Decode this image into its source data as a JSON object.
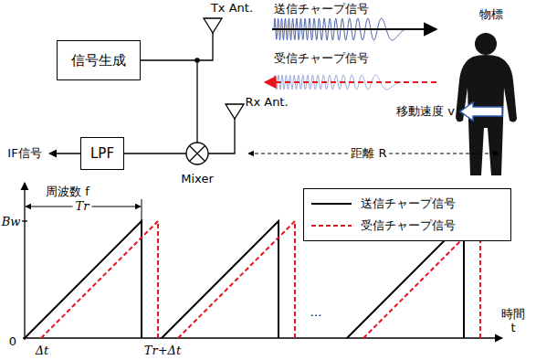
{
  "diagram": {
    "nodes": [
      {
        "text": [
          "信号生成"
        ]
      },
      {
        "text": [
          "LPF"
        ]
      }
    ],
    "labels": [
      "Tx Ant.",
      "送信チャープ信号",
      "物標",
      "受信チャープ信号",
      "Rx Ant.",
      "移動速度 v",
      "距離 R",
      "Mixer",
      "IF信号",
      "周波数 f",
      "Bw",
      "Tr",
      "0",
      "Δt",
      "Tr+Δt",
      "…",
      "時間 t"
    ],
    "legend": [
      {
        "text": "送信チャープ信号"
      },
      {
        "text": "受信チャープ信号"
      }
    ]
  }
}
